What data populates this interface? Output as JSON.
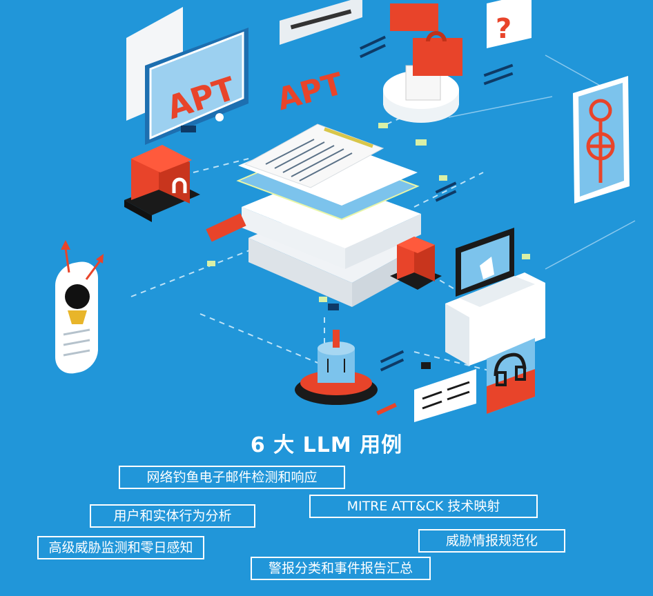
{
  "scene": {
    "apt_sign_left": "APT",
    "apt_sign_center": "APT",
    "question_mark": "?"
  },
  "title": "6 大 LLM 用例",
  "use_cases": [
    "网络钓鱼电子邮件检测和响应",
    "MITRE ATT&CK 技术映射",
    "用户和实体行为分析",
    "威胁情报规范化",
    "高级威胁监测和零日感知",
    "警报分类和事件报告汇总"
  ],
  "colors": {
    "background": "#2196d9",
    "accent_red": "#e8442a",
    "panel_blue": "#7cc3ec",
    "white": "#ffffff"
  }
}
